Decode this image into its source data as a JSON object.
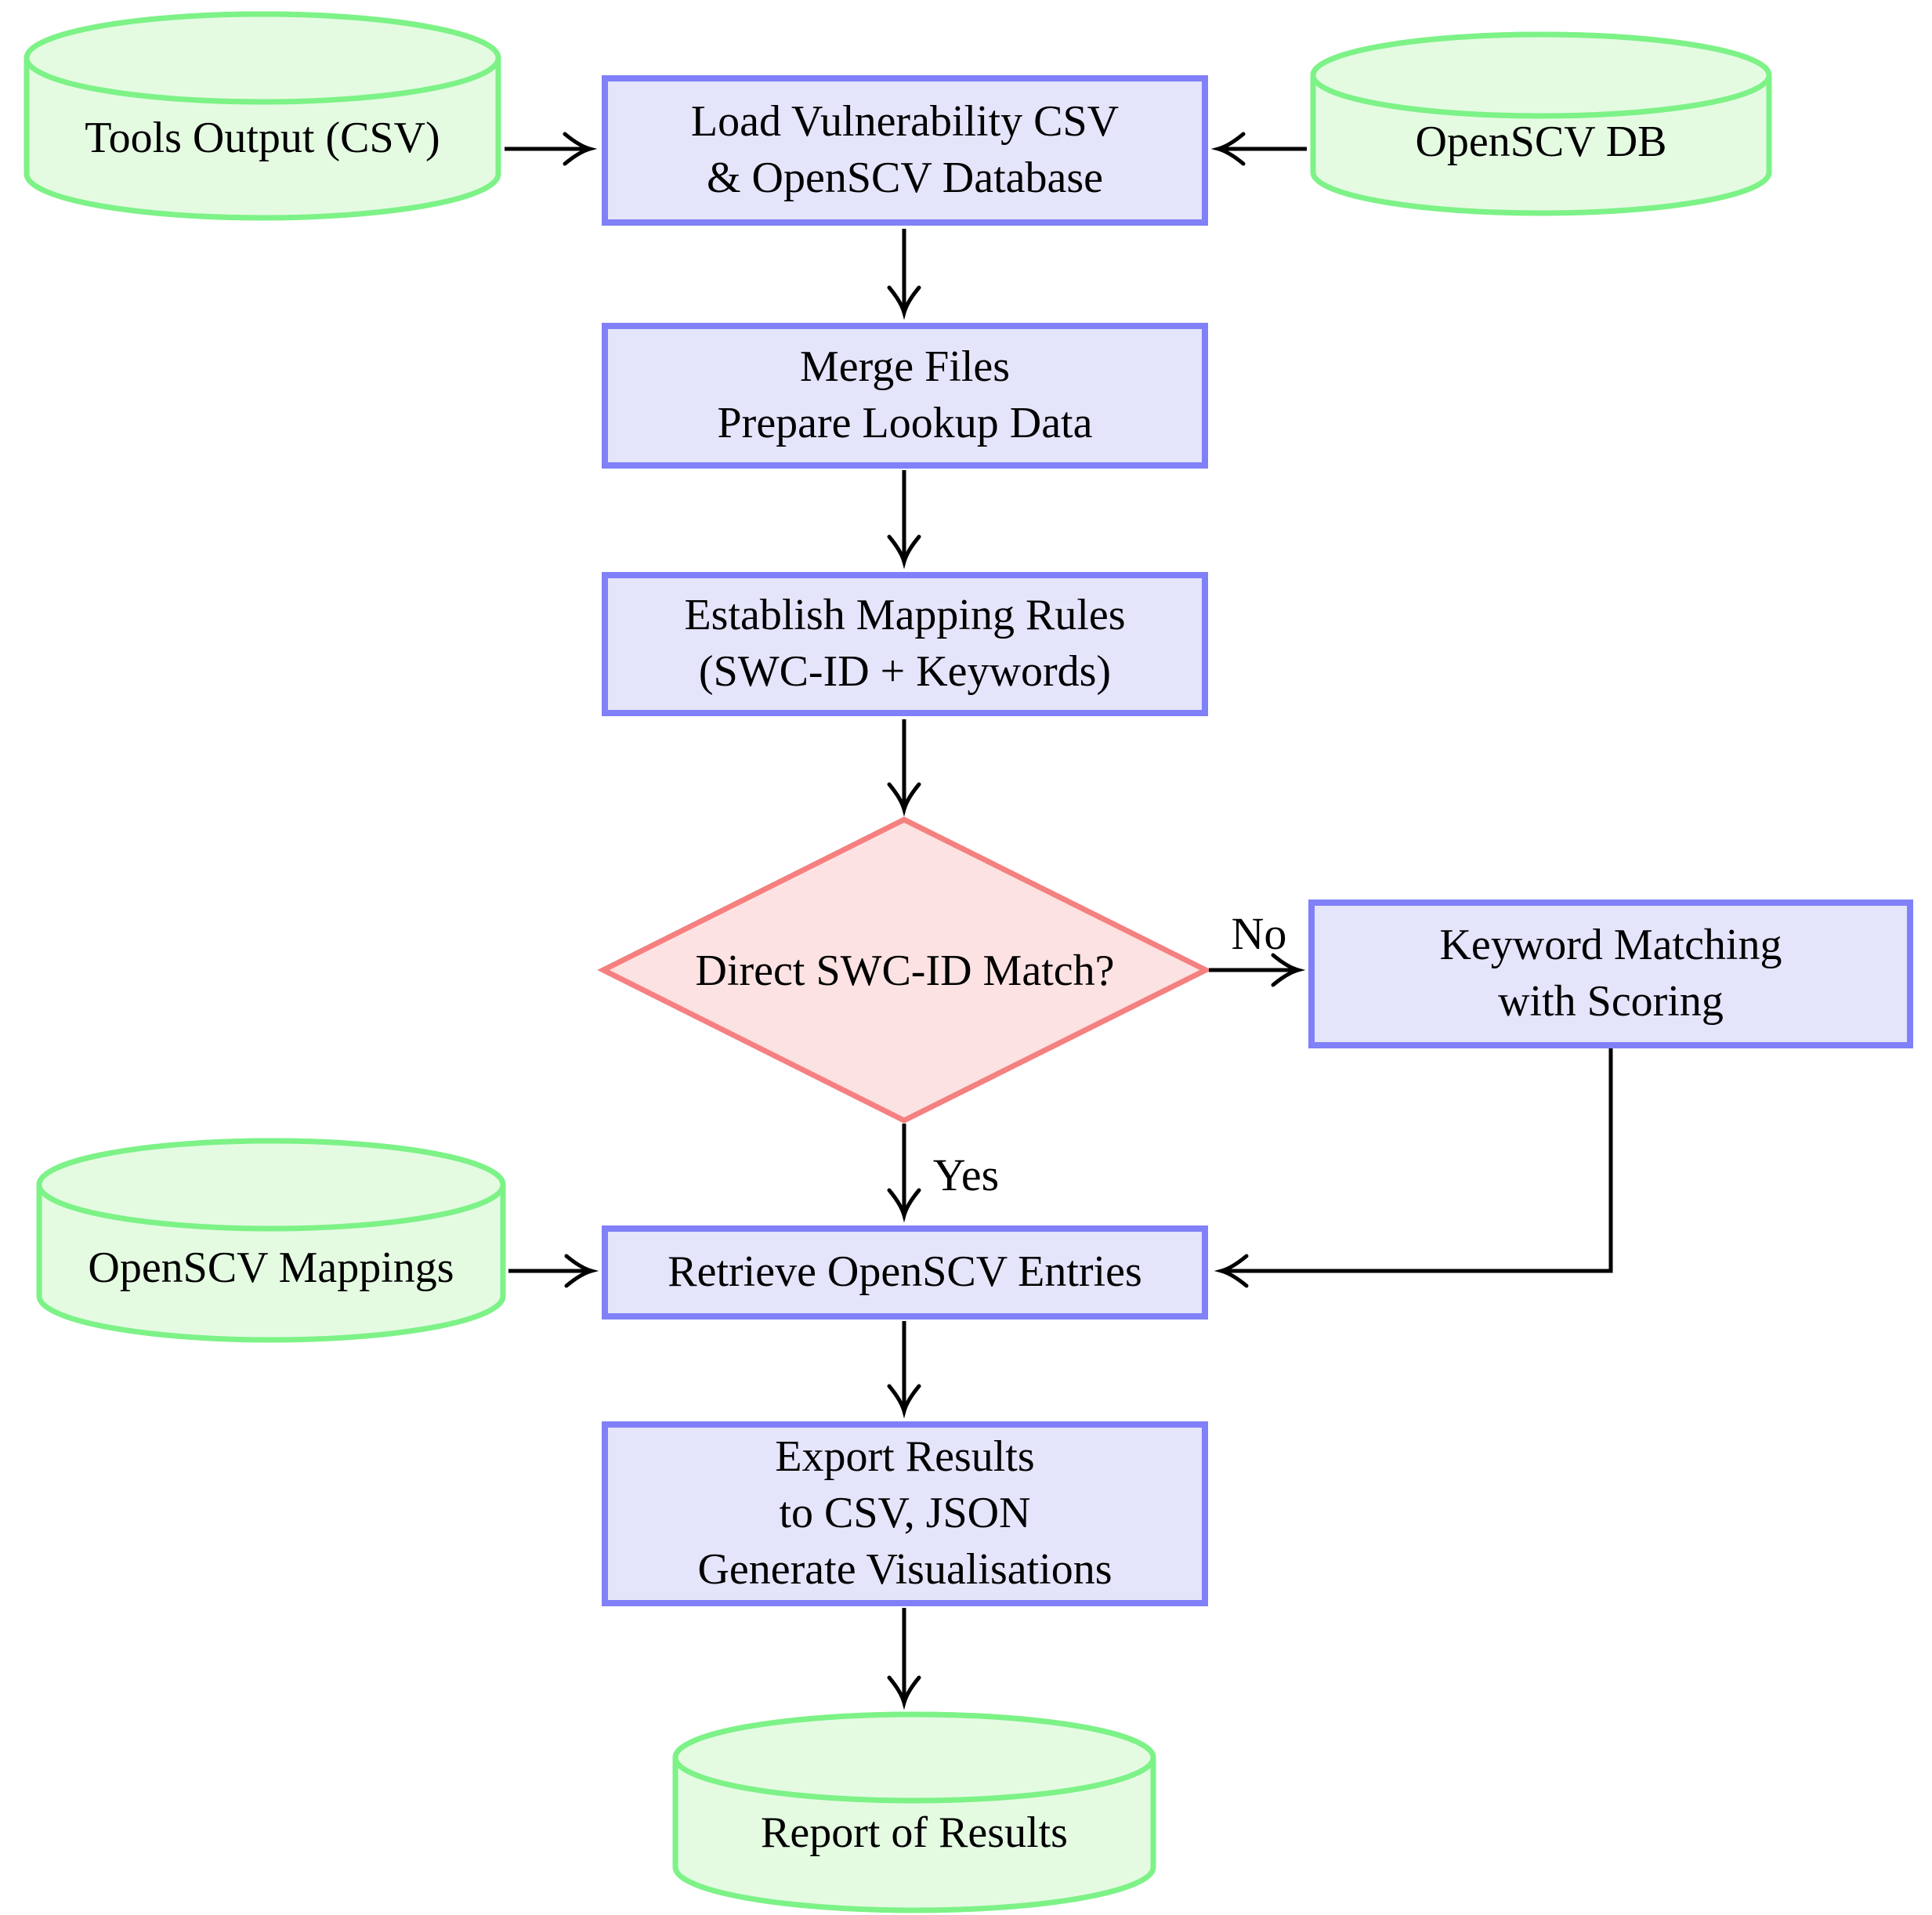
{
  "colors": {
    "process_fill": "#E4E4FB",
    "process_border": "#8080F8",
    "datastore_fill": "#E4FBE2",
    "datastore_border": "#7DF287",
    "decision_fill": "#FCE2E2",
    "decision_border": "#F58080",
    "edge": "#000000"
  },
  "nodes": {
    "tools_output": {
      "label": "Tools Output (CSV)"
    },
    "openscv_db": {
      "label": "OpenSCV DB"
    },
    "load": {
      "lines": [
        "Load Vulnerability CSV",
        "& OpenSCV Database"
      ]
    },
    "merge": {
      "lines": [
        "Merge Files",
        "Prepare Lookup Data"
      ]
    },
    "rules": {
      "lines": [
        "Establish Mapping Rules",
        "(SWC-ID + Keywords)"
      ]
    },
    "decision": {
      "label": "Direct SWC-ID Match?"
    },
    "keyword": {
      "lines": [
        "Keyword Matching",
        "with Scoring"
      ]
    },
    "mappings": {
      "label": "OpenSCV Mappings"
    },
    "retrieve": {
      "label": "Retrieve OpenSCV Entries"
    },
    "export": {
      "lines": [
        "Export Results",
        "to CSV, JSON",
        "Generate Visualisations"
      ]
    },
    "report": {
      "label": "Report of Results"
    }
  },
  "edges": {
    "no_label": "No",
    "yes_label": "Yes"
  }
}
